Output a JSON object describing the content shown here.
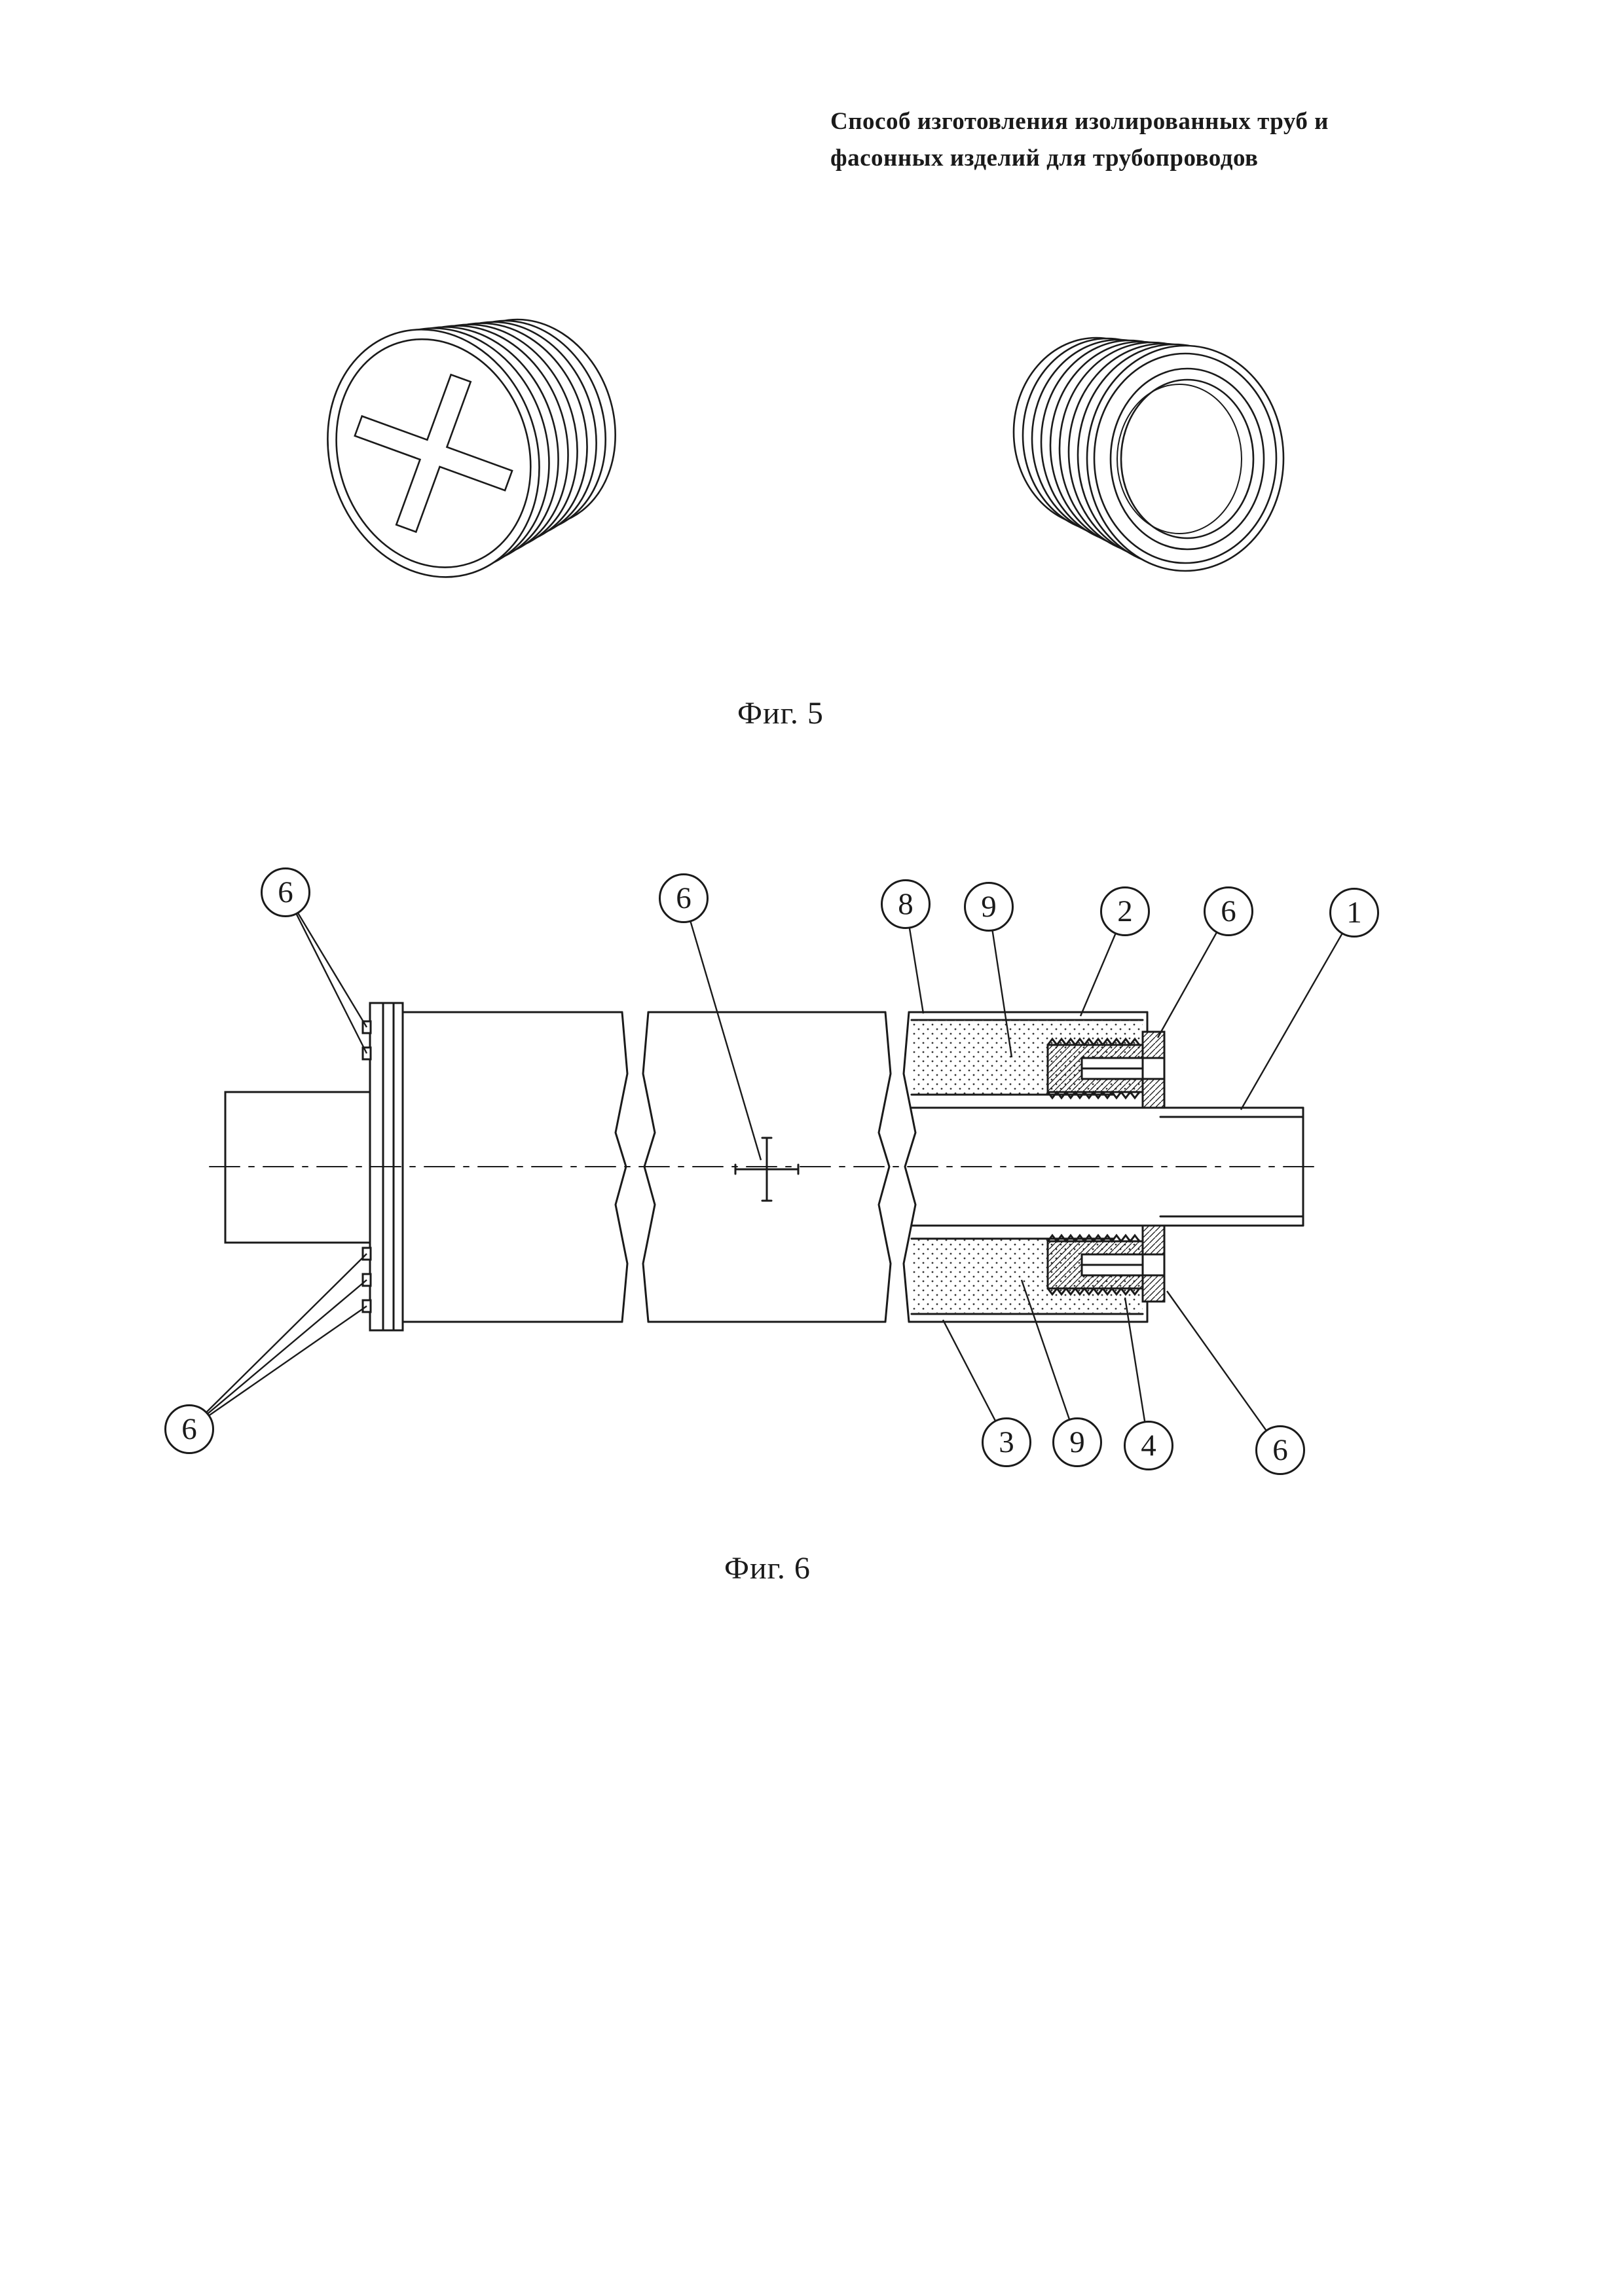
{
  "header": {
    "line1": "Способ изготовления изолированных труб и",
    "line2": "фасонных изделий для трубопроводов"
  },
  "figures": {
    "fig5": {
      "caption": "Фиг. 5"
    },
    "fig6": {
      "caption": "Фиг. 6",
      "callouts": [
        {
          "label": "6"
        },
        {
          "label": "6"
        },
        {
          "label": "8"
        },
        {
          "label": "9"
        },
        {
          "label": "2"
        },
        {
          "label": "6"
        },
        {
          "label": "1"
        },
        {
          "label": "6"
        },
        {
          "label": "3"
        },
        {
          "label": "9"
        },
        {
          "label": "4"
        },
        {
          "label": "6"
        }
      ]
    }
  },
  "colors": {
    "line": "#1a1a1a",
    "background": "#ffffff"
  }
}
